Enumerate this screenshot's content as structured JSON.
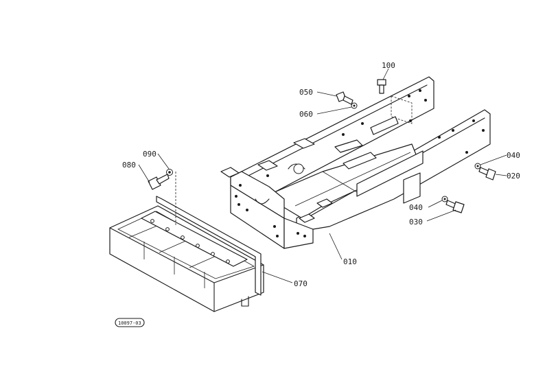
{
  "callouts": [
    {
      "id": "p100",
      "text": "100"
    },
    {
      "id": "p050",
      "text": "050"
    },
    {
      "id": "p060",
      "text": "060"
    },
    {
      "id": "p090",
      "text": "090"
    },
    {
      "id": "p080",
      "text": "080"
    },
    {
      "id": "p040a",
      "text": "040"
    },
    {
      "id": "p020",
      "text": "020"
    },
    {
      "id": "p040b",
      "text": "040"
    },
    {
      "id": "p030",
      "text": "030"
    },
    {
      "id": "p010",
      "text": "010"
    },
    {
      "id": "p070",
      "text": "070"
    }
  ],
  "reference_code": "10097-03"
}
